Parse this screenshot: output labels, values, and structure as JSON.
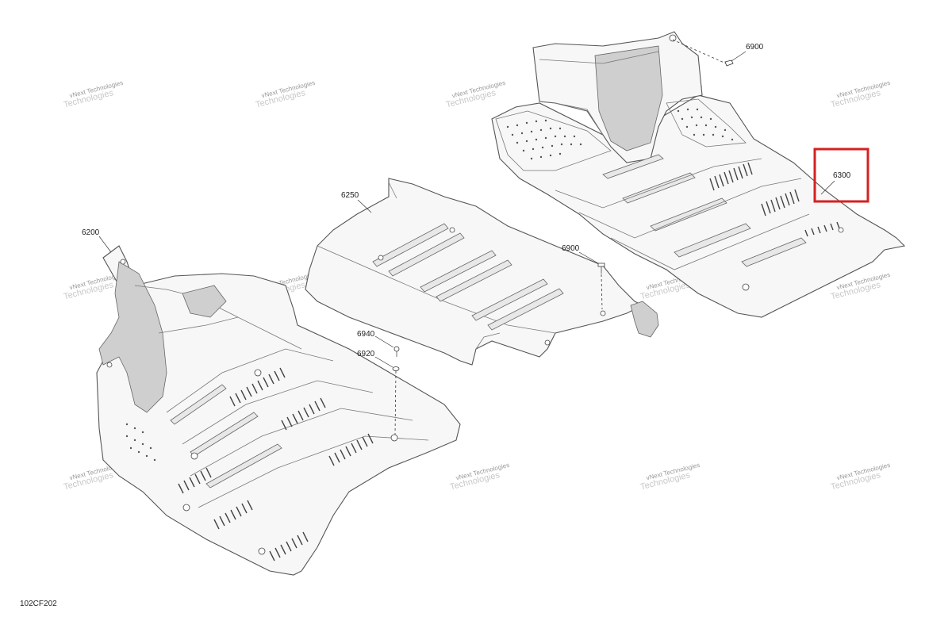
{
  "callouts": {
    "c6200": "6200",
    "c6250": "6250",
    "c6900_top": "6900",
    "c6900_mid": "6900",
    "c6940": "6940",
    "c6920": "6920",
    "c6300": "6300"
  },
  "watermark": {
    "line1": "vNext",
    "line2": "Technologies",
    "combined": "vNext Technologies"
  },
  "figure_id": "102CF202",
  "highlight_color": "#d62020"
}
